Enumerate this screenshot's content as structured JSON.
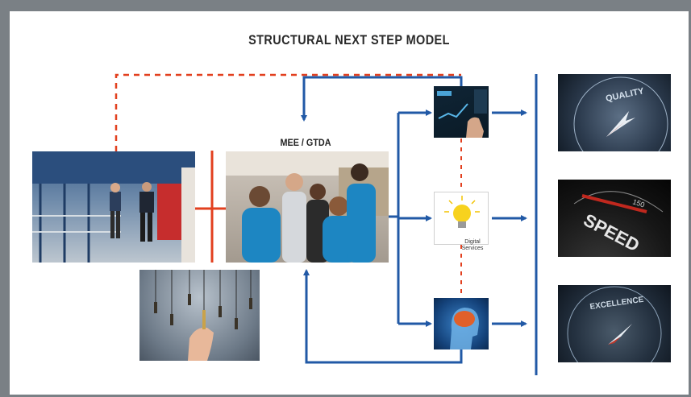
{
  "title": "STRUCTURAL NEXT STEP MODEL",
  "hub_label": "MEE / GTDA",
  "images": {
    "factory_meeting": "photo-factory-visit",
    "team_meeting": "photo-team-meeting",
    "hanging_keys": "photo-hanging-keys",
    "touch_screen": "photo-touch-screen",
    "digital_services": "icon-digital-services",
    "brain_head": "photo-brain-head",
    "quality_compass": "photo-quality-compass",
    "speed_gauge": "photo-speed-gauge",
    "excellence_compass": "photo-excellence-compass"
  },
  "digital_services_text": [
    "Digital",
    "Services"
  ],
  "gauge_words": {
    "quality": "QUALITY",
    "speed": "SPEED",
    "excellence": "EXCELLENCE"
  },
  "colors": {
    "blue": "#2159a6",
    "red": "#e2401f",
    "frame": "#7a8085"
  }
}
